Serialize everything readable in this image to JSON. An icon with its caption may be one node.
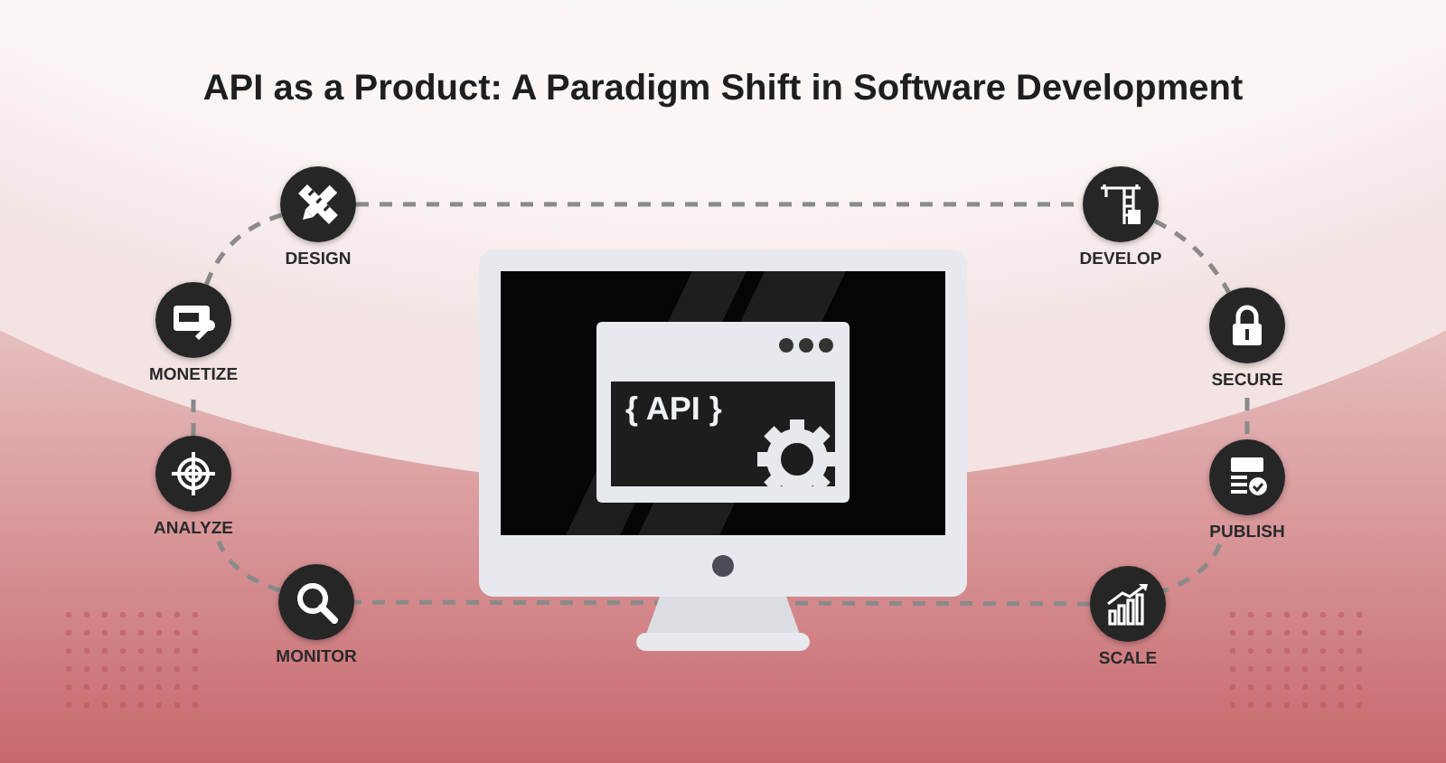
{
  "diagram": {
    "title": "API as a Product: A Paradigm Shift in Software Development",
    "nodes": [
      {
        "text": [
          "DESIGN"
        ]
      },
      {
        "text": [
          "MONETIZE"
        ]
      },
      {
        "text": [
          "ANALYZE"
        ]
      },
      {
        "text": [
          "MONITOR"
        ]
      },
      {
        "text": [
          "DEVELOP"
        ]
      },
      {
        "text": [
          "SECURE"
        ]
      },
      {
        "text": [
          "PUBLISH"
        ]
      },
      {
        "text": [
          "SCALE"
        ]
      }
    ],
    "edges": [
      {
        "from": 0,
        "to": 4,
        "arrow": "none",
        "style": "dashed"
      },
      {
        "from": 4,
        "to": 5,
        "arrow": "none",
        "style": "dashed"
      },
      {
        "from": 5,
        "to": 6,
        "arrow": "none",
        "style": "dashed"
      },
      {
        "from": 6,
        "to": 7,
        "arrow": "none",
        "style": "dashed"
      },
      {
        "from": 7,
        "to": 3,
        "arrow": "none",
        "style": "dashed"
      },
      {
        "from": 3,
        "to": 2,
        "arrow": "none",
        "style": "dashed"
      },
      {
        "from": 2,
        "to": 1,
        "arrow": "none",
        "style": "dashed"
      },
      {
        "from": 1,
        "to": 0,
        "arrow": "none",
        "style": "dashed"
      }
    ],
    "labels": [
      "{ API }"
    ]
  }
}
